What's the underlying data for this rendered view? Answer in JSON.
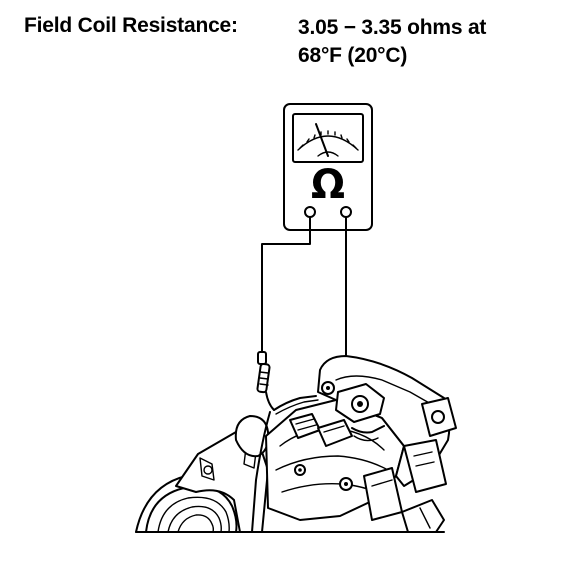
{
  "spec": {
    "label": "Field Coil Resistance:",
    "value_line1": "3.05 − 3.35 ohms at",
    "value_line2": "68°F (20°C)"
  },
  "meter": {
    "dial_symbol": "Ω"
  },
  "icons": {
    "meter": "ohmmeter-icon",
    "probe": "probe-tip-icon",
    "compressor": "ac-compressor-icon",
    "connector": "field-coil-connector-icon"
  }
}
